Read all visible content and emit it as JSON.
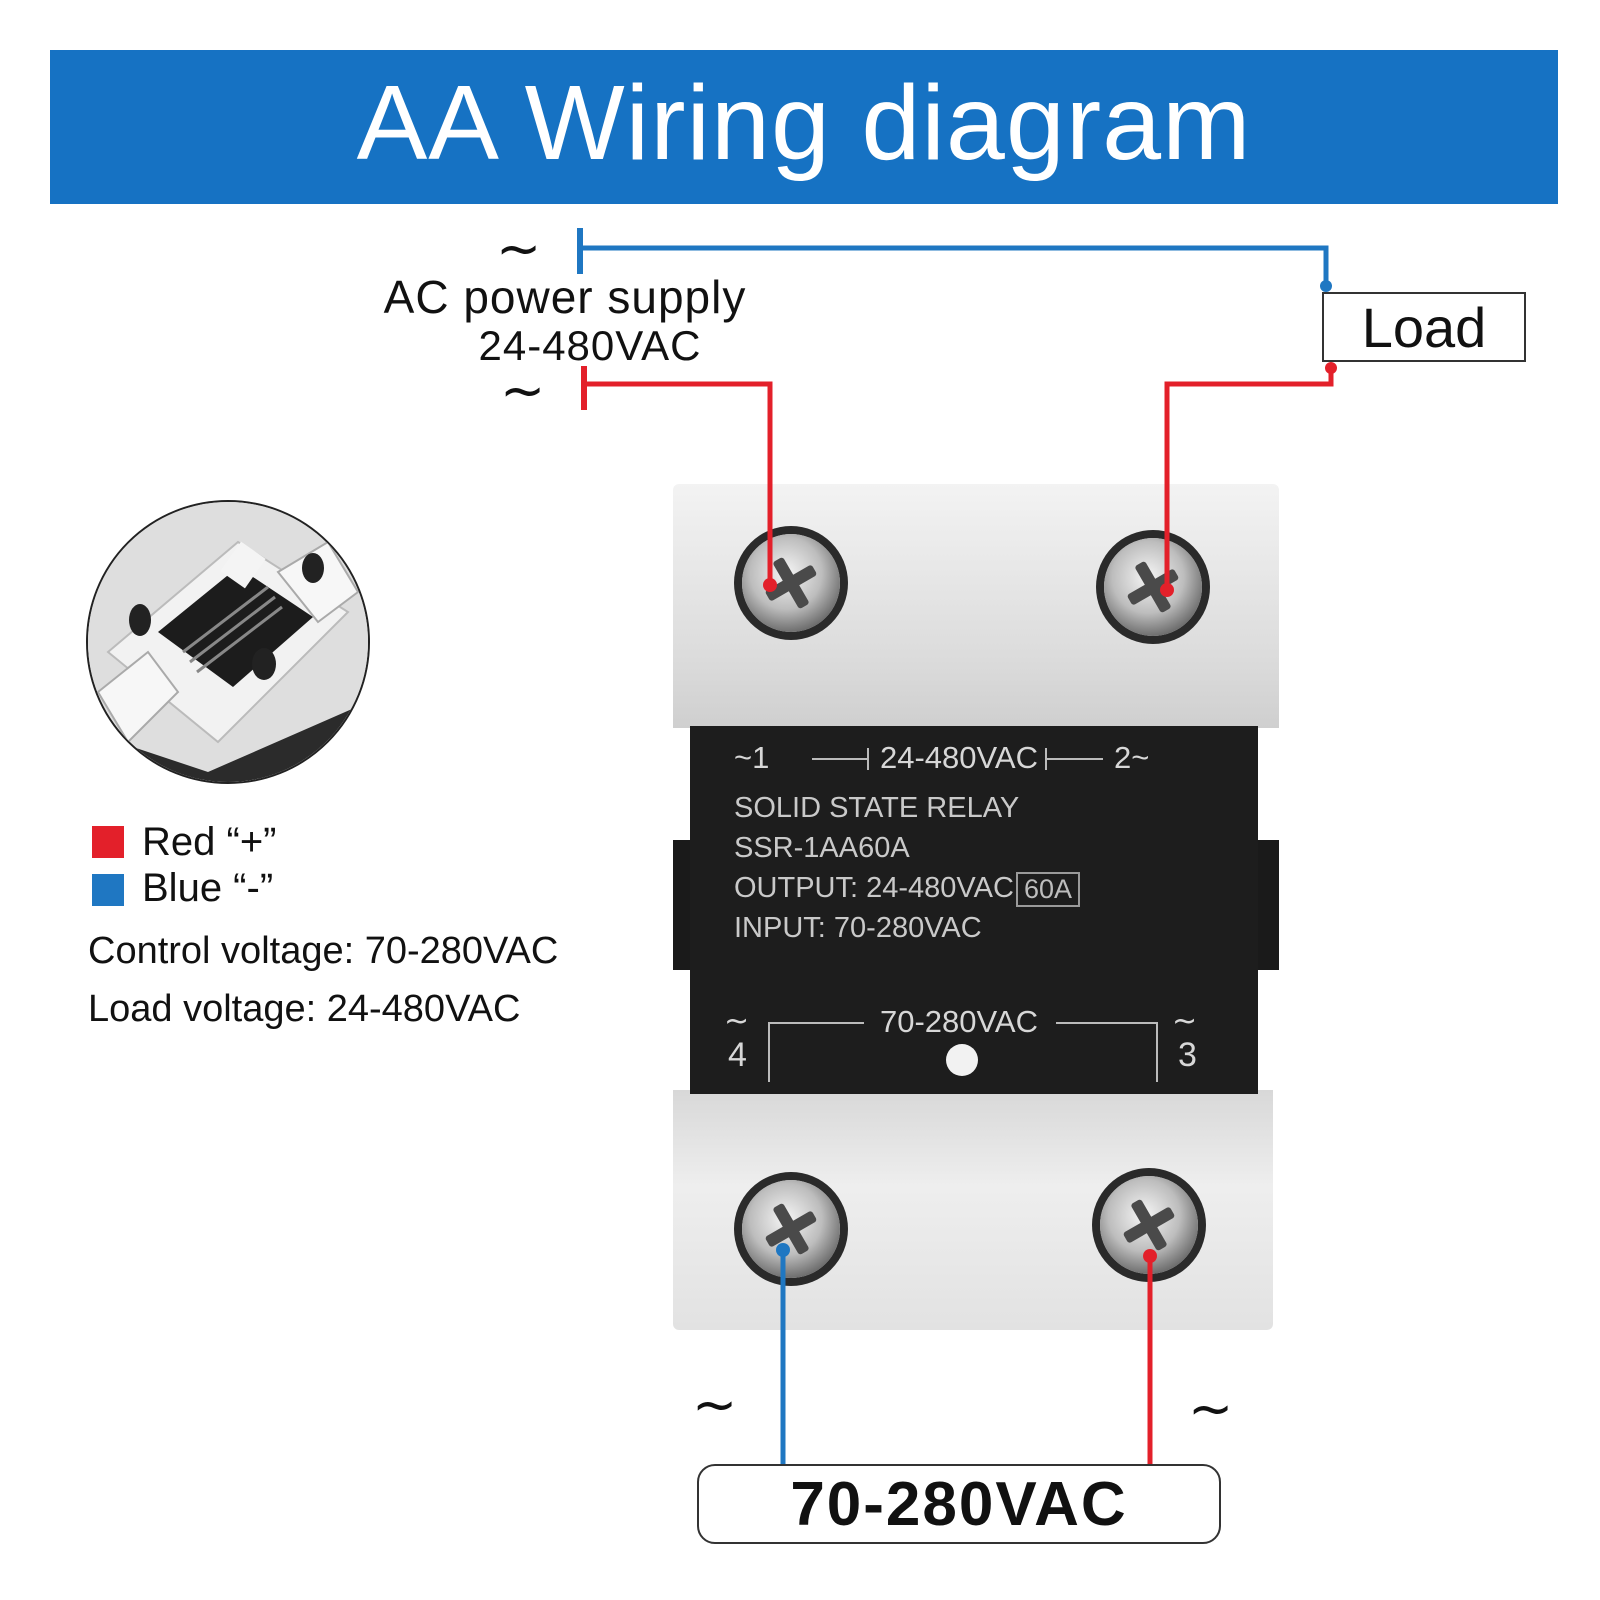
{
  "header": {
    "title": "AA Wiring diagram"
  },
  "supply": {
    "tilde_top": "~",
    "tilde_bottom": "~",
    "label": "AC power supply",
    "voltage": "24-480VAC"
  },
  "load": {
    "label": "Load"
  },
  "relay_label": {
    "terminal_1": "~1",
    "output_range": "24-480VAC",
    "terminal_2": "2~",
    "line_1": "SOLID STATE RELAY",
    "line_2": "SSR-1AA60A",
    "line_3": "OUTPUT: 24-480VAC",
    "rating": "60A",
    "line_4": "INPUT: 70-280VAC",
    "input_range": "70-280VAC",
    "tilde_4": "~",
    "terminal_4": "4",
    "tilde_3": "~",
    "terminal_3": "3"
  },
  "legend": {
    "red_label": "Red “+”",
    "blue_label": "Blue “-”",
    "control_voltage": "Control voltage: 70-280VAC",
    "load_voltage": "Load voltage: 24-480VAC"
  },
  "control": {
    "tilde_left": "~",
    "tilde_right": "~",
    "voltage": "70-280VAC"
  },
  "colors": {
    "banner": "#1672c3",
    "red_wire": "#e3202a",
    "blue_wire": "#1f77c2"
  }
}
